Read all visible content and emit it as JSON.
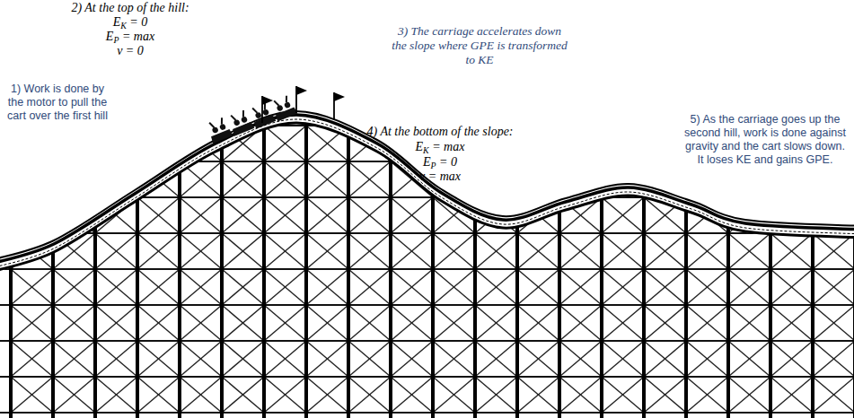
{
  "diagram": {
    "labels": [
      "1) Work is done by the motor to pull the cart over the first hill",
      "2) At the top of the hill:",
      "EK = 0",
      "EP = max",
      "v = 0",
      "3) The carriage accelerates down the slope where GPE is transformed to KE",
      "4) At the bottom of the slope:",
      "EK = max",
      "EP = 0",
      "v = max",
      "5) As the carriage goes up the second hill, work is done against gravity and the cart slows down. It loses KE and gains GPE."
    ]
  }
}
